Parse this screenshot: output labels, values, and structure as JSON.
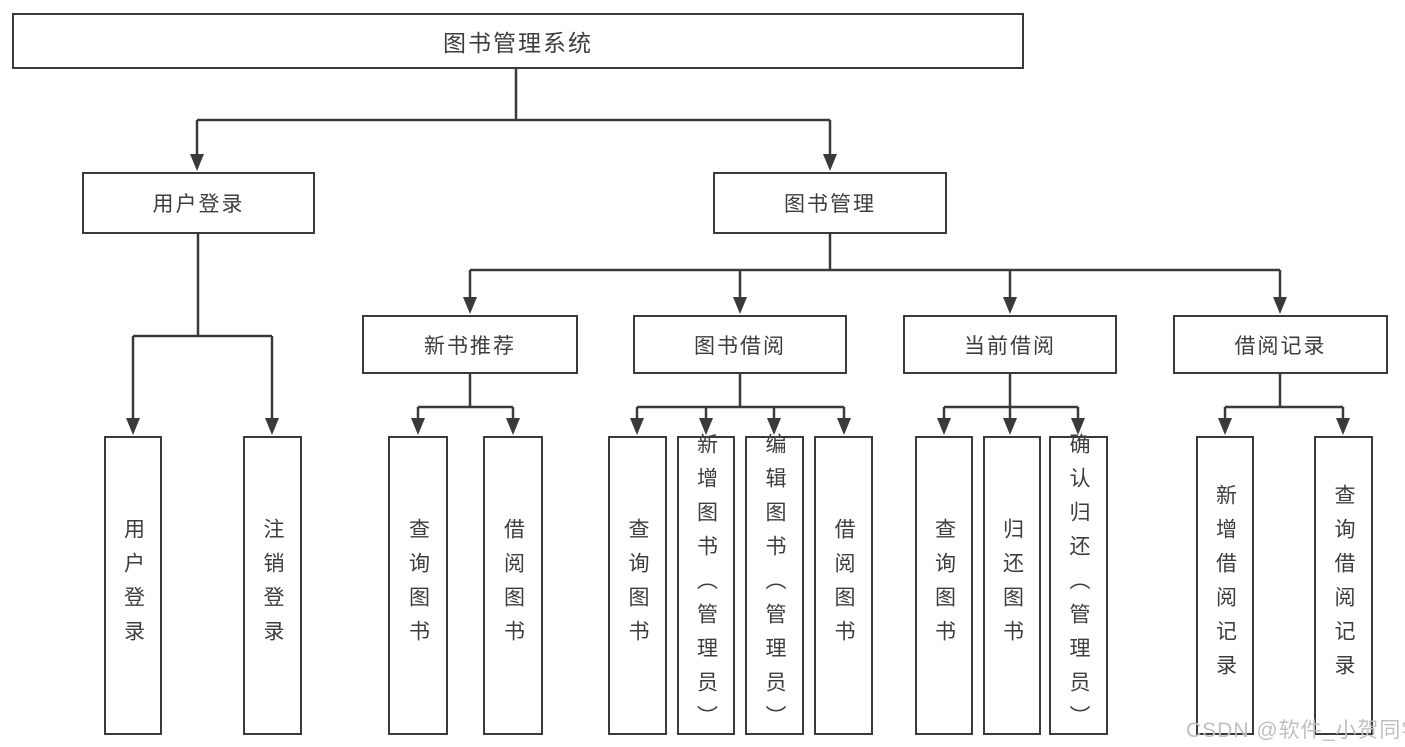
{
  "diagram": {
    "root": {
      "label": "图书管理系统"
    },
    "level1": [
      {
        "label": "用户登录"
      },
      {
        "label": "图书管理"
      }
    ],
    "level2": [
      {
        "label": "新书推荐"
      },
      {
        "label": "图书借阅"
      },
      {
        "label": "当前借阅"
      },
      {
        "label": "借阅记录"
      }
    ],
    "leaves": {
      "user_login": [
        {
          "label": "用户登录"
        },
        {
          "label": "注销登录"
        }
      ],
      "new_book_recommend": [
        {
          "label": "查询图书"
        },
        {
          "label": "借阅图书"
        }
      ],
      "book_borrow": [
        {
          "label": "查询图书"
        },
        {
          "label": "新增图书（管理员）"
        },
        {
          "label": "编辑图书（管理员）"
        },
        {
          "label": "借阅图书"
        }
      ],
      "current_borrow": [
        {
          "label": "查询图书"
        },
        {
          "label": "归还图书"
        },
        {
          "label": "确认归还（管理员）"
        }
      ],
      "borrow_record": [
        {
          "label": "新增借阅记录"
        },
        {
          "label": "查询借阅记录"
        }
      ]
    }
  },
  "watermark": {
    "text": "CSDN @软件_小贺同学"
  },
  "colors": {
    "line": "#3a3a3a",
    "text": "#3d3d3d",
    "watermark": "#c0c0c0",
    "background": "#ffffff"
  }
}
